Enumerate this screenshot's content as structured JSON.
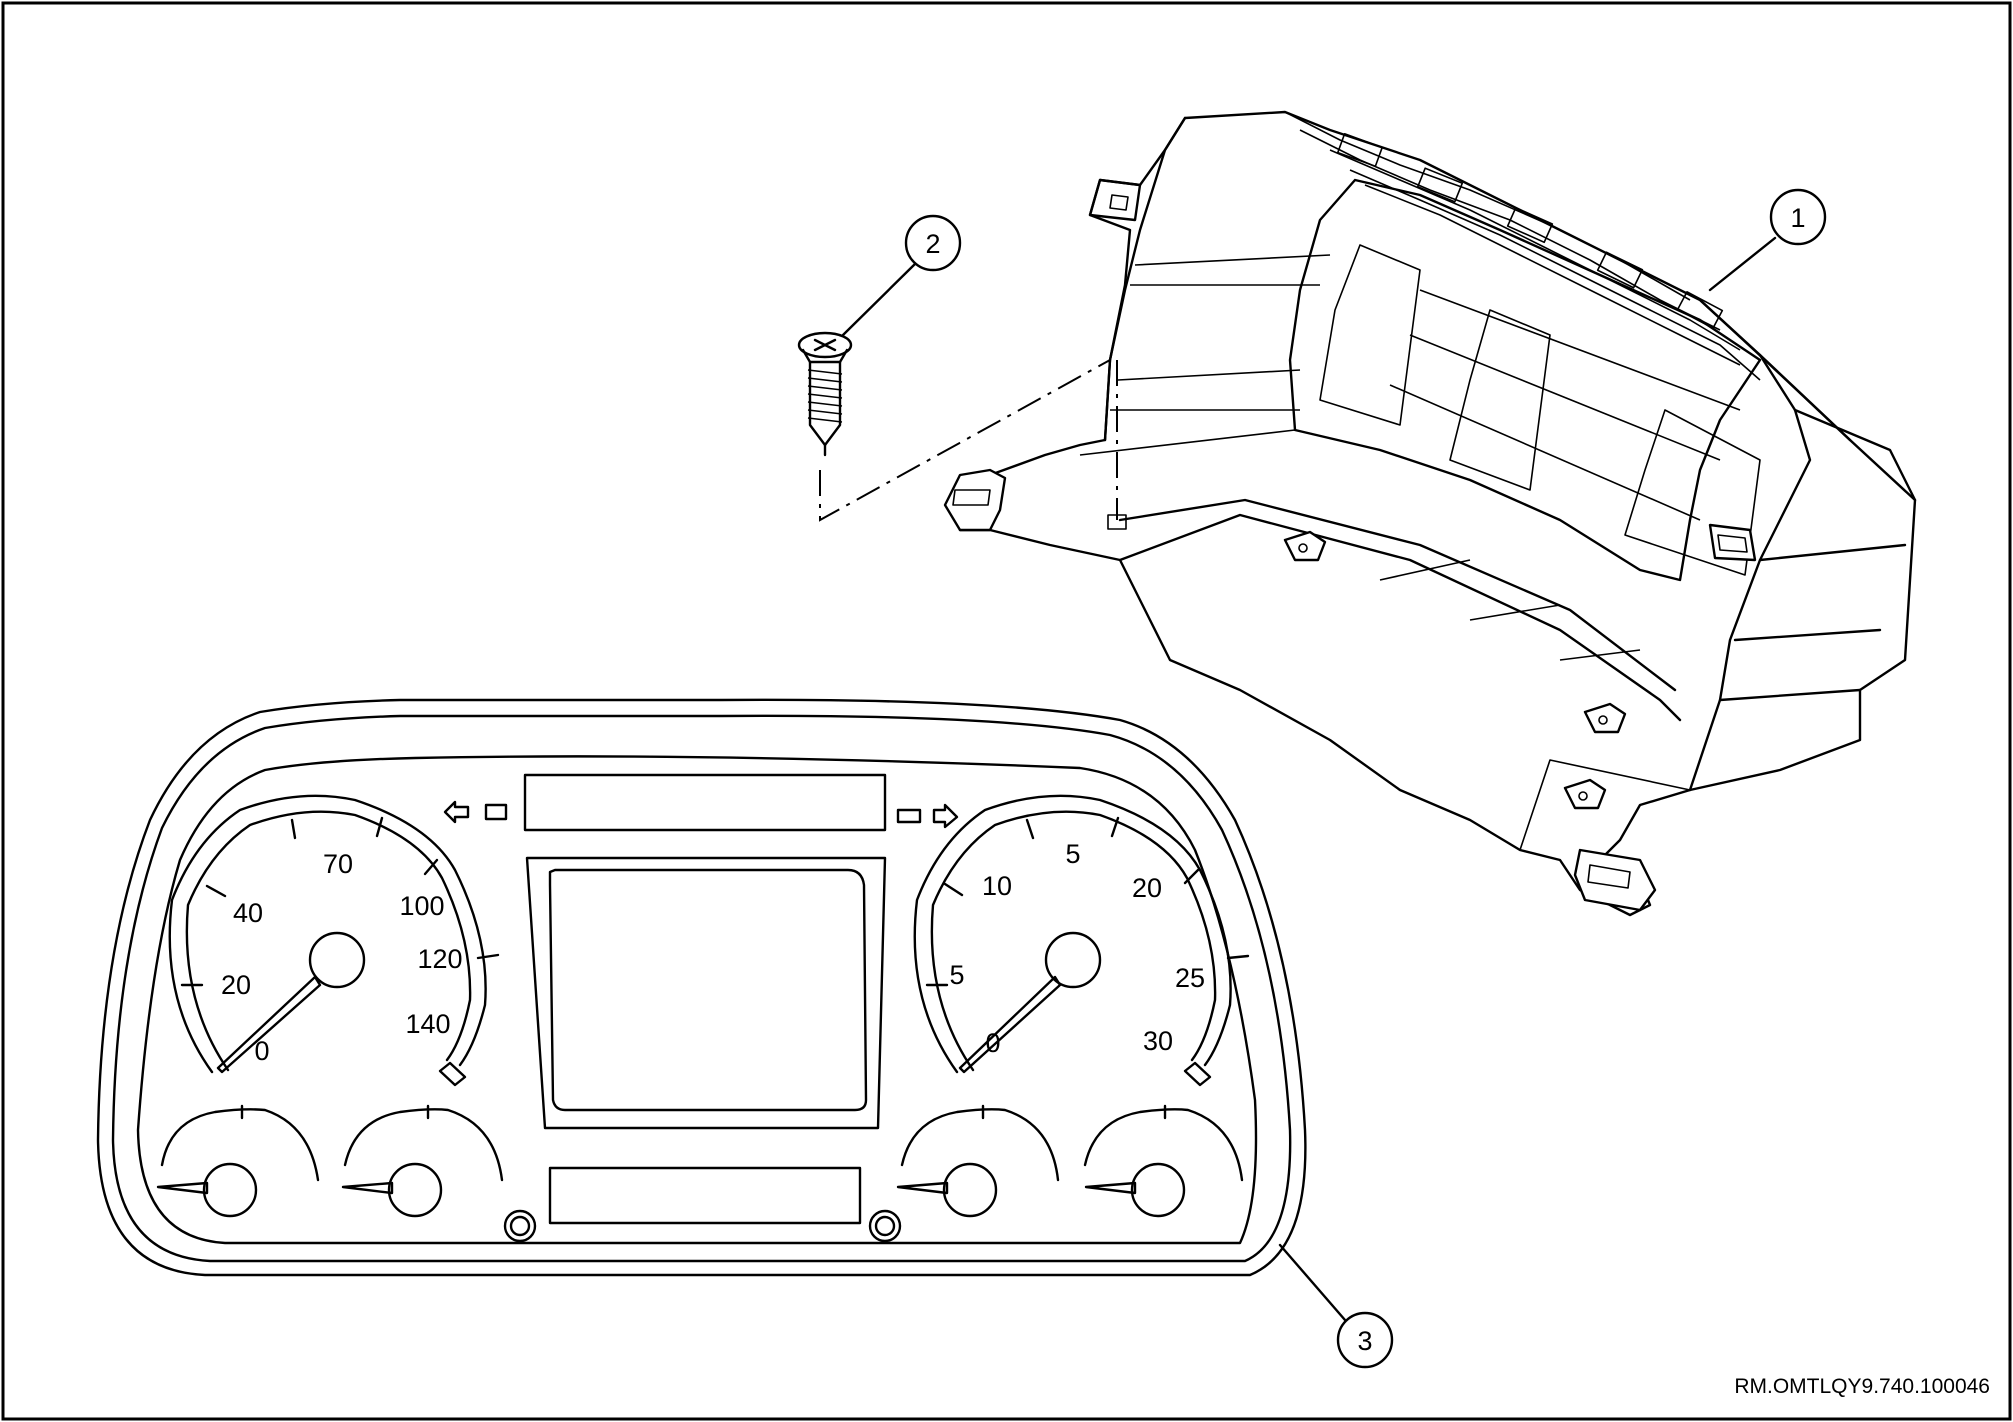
{
  "callouts": {
    "c1": "1",
    "c2": "2",
    "c3": "3"
  },
  "reference_code": "RM.OMTLQY9.740.100046",
  "gauges": {
    "speedometer": [
      "0",
      "20",
      "40",
      "70",
      "100",
      "120",
      "140"
    ],
    "tachometer": [
      "0",
      "5",
      "10",
      "5",
      "20",
      "25",
      "30"
    ]
  },
  "icons": {
    "turn_left": "arrow-left-icon",
    "turn_right": "arrow-right-icon",
    "screw": "screw-icon"
  },
  "colors": {
    "line": "#000000",
    "background": "#ffffff"
  }
}
